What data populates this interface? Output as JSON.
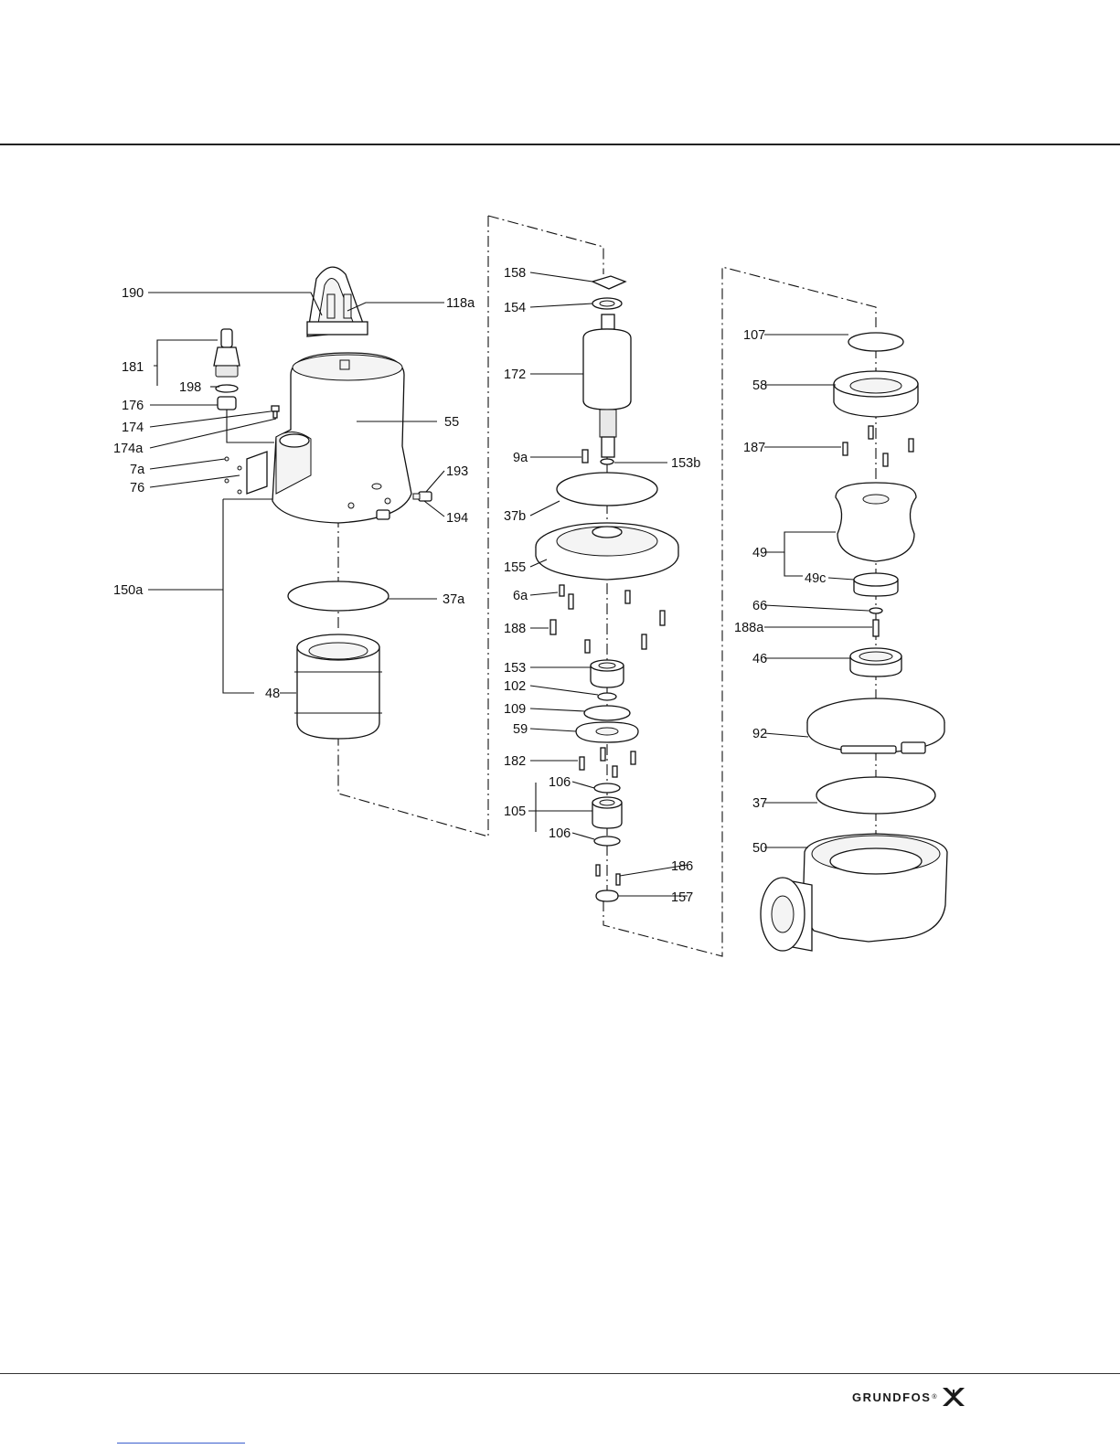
{
  "callouts": {
    "c190": "190",
    "c118a": "118a",
    "c181": "181",
    "c198": "198",
    "c176": "176",
    "c174": "174",
    "c174a": "174a",
    "c7a": "7a",
    "c76": "76",
    "c55": "55",
    "c193": "193",
    "c194": "194",
    "c150a": "150a",
    "c37a": "37a",
    "c48": "48",
    "c158": "158",
    "c154": "154",
    "c172": "172",
    "c9a": "9a",
    "c153b": "153b",
    "c37b": "37b",
    "c155": "155",
    "c6a": "6a",
    "c188": "188",
    "c153": "153",
    "c102": "102",
    "c109": "109",
    "c59": "59",
    "c182": "182",
    "c106top": "106",
    "c105": "105",
    "c106bot": "106",
    "c186": "186",
    "c157": "157",
    "c107": "107",
    "c58": "58",
    "c187": "187",
    "c49": "49",
    "c49c": "49c",
    "c66": "66",
    "c188a": "188a",
    "c46": "46",
    "c92": "92",
    "c37": "37",
    "c50": "50"
  },
  "logo": {
    "text": "GRUNDFOS",
    "reg": "®"
  }
}
